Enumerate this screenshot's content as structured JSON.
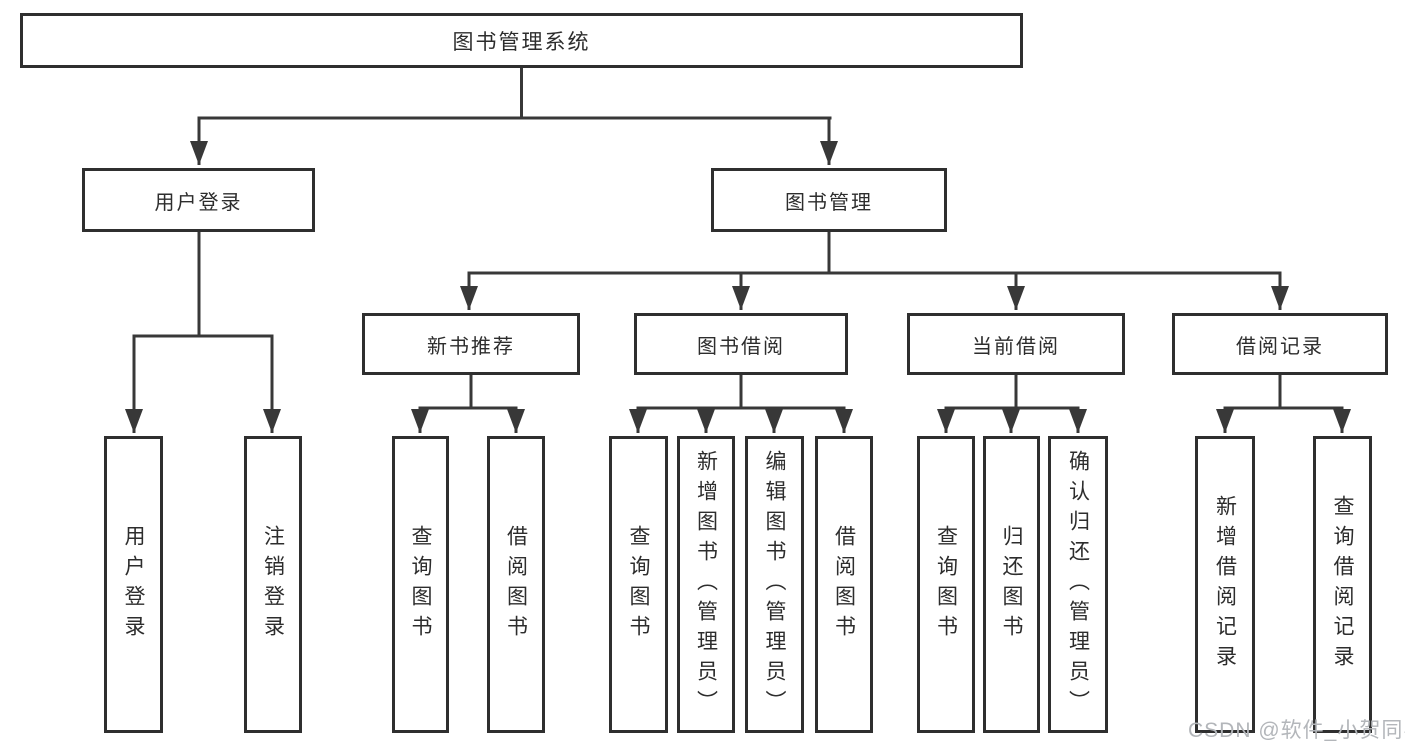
{
  "diagram": {
    "root_label": "图书管理系统",
    "level2": [
      {
        "id": "user-login",
        "label": "用户登录"
      },
      {
        "id": "book-management",
        "label": "图书管理"
      }
    ],
    "level3": [
      {
        "id": "new-book-recommend",
        "label": "新书推荐"
      },
      {
        "id": "book-borrow",
        "label": "图书借阅"
      },
      {
        "id": "current-borrow",
        "label": "当前借阅"
      },
      {
        "id": "borrow-records",
        "label": "借阅记录"
      }
    ],
    "leaves": {
      "user_login": [
        "用户登录",
        "注销登录"
      ],
      "new_book_recommend": [
        "查询图书",
        "借阅图书"
      ],
      "book_borrow": [
        "查询图书",
        "新增图书（管理员）",
        "编辑图书（管理员）",
        "借阅图书"
      ],
      "current_borrow": [
        "查询图书",
        "归还图书",
        "确认归还（管理员）"
      ],
      "borrow_records": [
        "新增借阅记录",
        "查询借阅记录"
      ]
    },
    "colors": {
      "line": "#383838",
      "box_border": "#2f2f2f",
      "box_fill": "#ffffff",
      "text": "#2d2d2d",
      "watermark": "#b3b6ba"
    }
  },
  "watermark": "CSDN @软件_小贺同学"
}
